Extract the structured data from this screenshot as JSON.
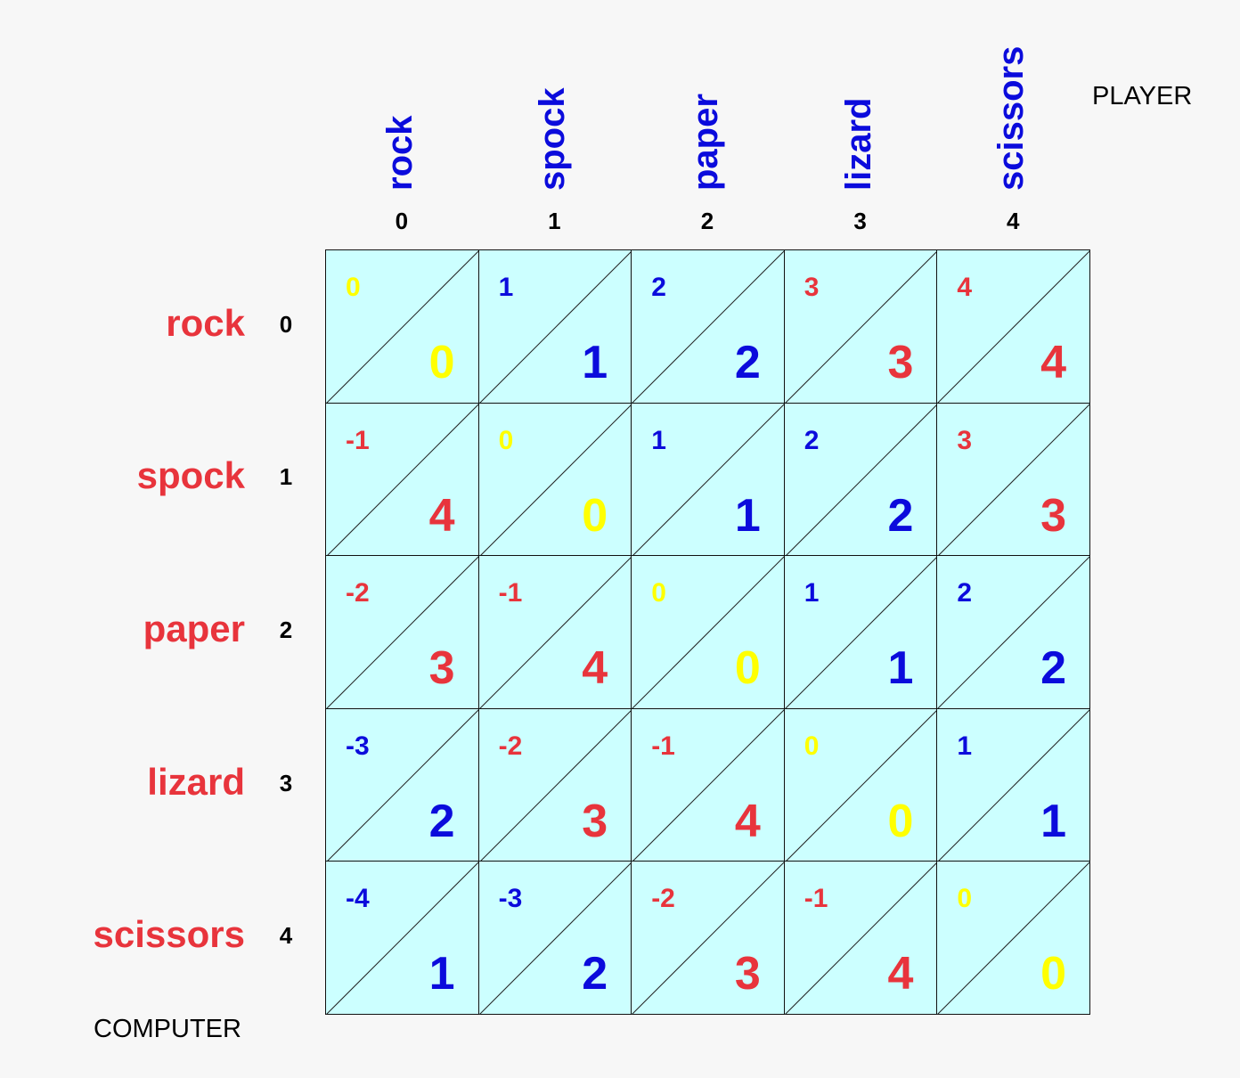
{
  "labels": {
    "player": "PLAYER",
    "computer": "COMPUTER"
  },
  "moves": [
    "rock",
    "spock",
    "paper",
    "lizard",
    "scissors"
  ],
  "indices": [
    "0",
    "1",
    "2",
    "3",
    "4"
  ],
  "colors": {
    "blue": "#0b0bdc",
    "red": "#e8343c",
    "yellow": "#ffff00",
    "cell_bg": "#ccffff",
    "border": "#111111"
  },
  "grid": [
    [
      {
        "diff": "0",
        "mod": "0",
        "color": "yellow"
      },
      {
        "diff": "1",
        "mod": "1",
        "color": "blue"
      },
      {
        "diff": "2",
        "mod": "2",
        "color": "blue"
      },
      {
        "diff": "3",
        "mod": "3",
        "color": "red"
      },
      {
        "diff": "4",
        "mod": "4",
        "color": "red"
      }
    ],
    [
      {
        "diff": "-1",
        "mod": "4",
        "color": "red"
      },
      {
        "diff": "0",
        "mod": "0",
        "color": "yellow"
      },
      {
        "diff": "1",
        "mod": "1",
        "color": "blue"
      },
      {
        "diff": "2",
        "mod": "2",
        "color": "blue"
      },
      {
        "diff": "3",
        "mod": "3",
        "color": "red"
      }
    ],
    [
      {
        "diff": "-2",
        "mod": "3",
        "color": "red"
      },
      {
        "diff": "-1",
        "mod": "4",
        "color": "red"
      },
      {
        "diff": "0",
        "mod": "0",
        "color": "yellow"
      },
      {
        "diff": "1",
        "mod": "1",
        "color": "blue"
      },
      {
        "diff": "2",
        "mod": "2",
        "color": "blue"
      }
    ],
    [
      {
        "diff": "-3",
        "mod": "2",
        "color": "blue"
      },
      {
        "diff": "-2",
        "mod": "3",
        "color": "red"
      },
      {
        "diff": "-1",
        "mod": "4",
        "color": "red"
      },
      {
        "diff": "0",
        "mod": "0",
        "color": "yellow"
      },
      {
        "diff": "1",
        "mod": "1",
        "color": "blue"
      }
    ],
    [
      {
        "diff": "-4",
        "mod": "1",
        "color": "blue"
      },
      {
        "diff": "-3",
        "mod": "2",
        "color": "blue"
      },
      {
        "diff": "-2",
        "mod": "3",
        "color": "red"
      },
      {
        "diff": "-1",
        "mod": "4",
        "color": "red"
      },
      {
        "diff": "0",
        "mod": "0",
        "color": "yellow"
      }
    ]
  ]
}
